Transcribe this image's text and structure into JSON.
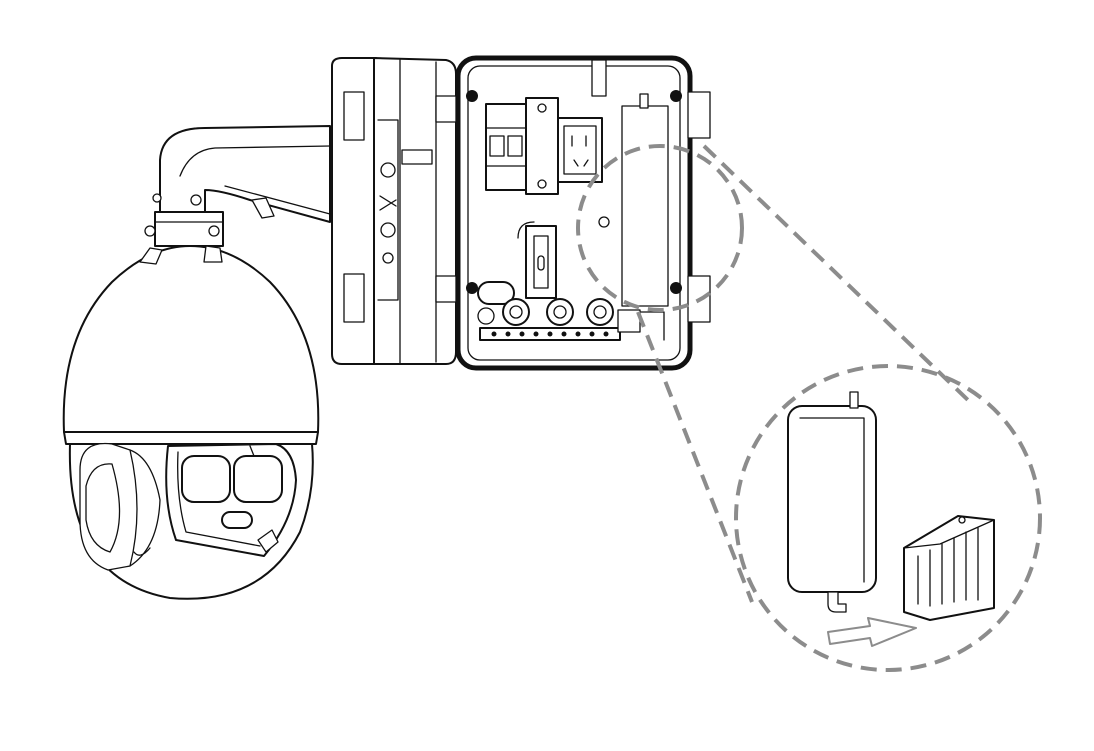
{
  "diagram": {
    "kind": "installation-illustration",
    "colors": {
      "line": "#111111",
      "callout_dash": "#8c8c8c",
      "background": "#ffffff"
    },
    "parts": [
      {
        "name": "speed-dome-camera"
      },
      {
        "name": "wall-mount-arm"
      },
      {
        "name": "junction-box-lid"
      },
      {
        "name": "junction-box-open"
      },
      {
        "name": "circuit-breaker"
      },
      {
        "name": "power-socket"
      },
      {
        "name": "din-rail"
      },
      {
        "name": "cable-glands"
      },
      {
        "name": "terminal-strip"
      },
      {
        "name": "power-adapter"
      },
      {
        "name": "adapter-bracket"
      }
    ],
    "callout": {
      "from": "adapter-slot-in-box",
      "to": "zoom-detail",
      "style": "dashed-circle"
    }
  }
}
